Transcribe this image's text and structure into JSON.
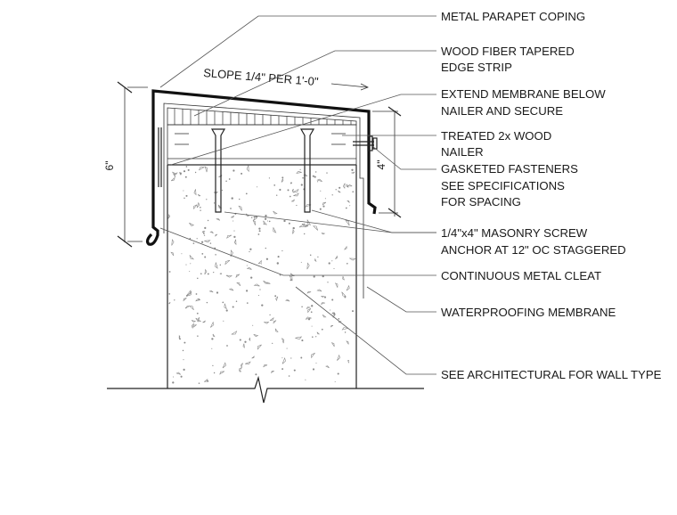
{
  "labels": {
    "coping": "METAL PARAPET COPING",
    "edge_strip_1": "WOOD FIBER TAPERED",
    "edge_strip_2": "EDGE STRIP",
    "membrane_1": "EXTEND MEMBRANE BELOW",
    "membrane_2": "NAILER AND SECURE",
    "nailer_1": "TREATED 2x WOOD",
    "nailer_2": "NAILER",
    "fasteners_1": "GASKETED FASTENERS",
    "fasteners_2": "SEE SPECIFICATIONS",
    "fasteners_3": "FOR SPACING",
    "screw_1": "1/4\"x4\" MASONRY SCREW",
    "screw_2": "ANCHOR AT 12\" OC STAGGERED",
    "cleat": "CONTINUOUS METAL CLEAT",
    "waterproofing": "WATERPROOFING MEMBRANE",
    "wall_type": "SEE ARCHITECTURAL FOR WALL TYPE"
  },
  "slope_label": "SLOPE 1/4\" PER 1'-0\"",
  "dimensions": {
    "outer_height": "6\"",
    "inner_height": "4\""
  },
  "colors": {
    "linework": "#111111",
    "leader": "#555555",
    "concrete_speckle": "#8a8a8a"
  }
}
